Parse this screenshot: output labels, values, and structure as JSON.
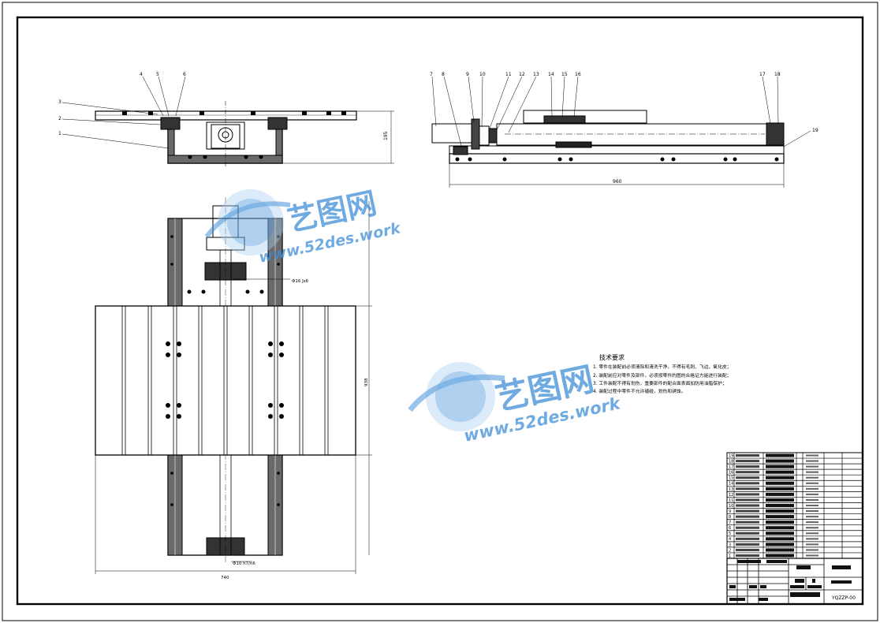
{
  "watermark": {
    "brand": "艺图网",
    "site": "www.52des.work",
    "colors": {
      "primary": "#3f8fd8",
      "light": "#a9cdf0"
    }
  },
  "top_view": {
    "balloons_left": [
      "3",
      "2",
      "1"
    ],
    "balloons_top": [
      "4",
      "5",
      "6"
    ],
    "height_dim": "195"
  },
  "side_view": {
    "balloons": [
      "7",
      "8",
      "9",
      "10",
      "11",
      "12",
      "13",
      "14",
      "15",
      "16",
      "17",
      "18"
    ],
    "balloon_right": "19",
    "length_dim": "960"
  },
  "plan_view": {
    "shaft_label": "Φ16 Js6",
    "bore_label": "Φ10 h7/n6",
    "height_dim": "938",
    "width_dim": "740"
  },
  "tech_req": {
    "title": "技术要求",
    "lines": [
      "1. 零件在装配前必须清除和清洗干净，不得有毛刺、飞边、氧化皮；",
      "2. 装配前应对零件及部件，必须按零件的图的合格证方能进行装配；",
      "3. 工件装配不得有划伤，重要部件的配合面表面加防用油脂保护；",
      "4. 装配过程中零件不允许磕碰，划伤和锈蚀。"
    ]
  },
  "bom_numbers": [
    "19",
    "18",
    "17",
    "16",
    "15",
    "14",
    "13",
    "12",
    "11",
    "10",
    "9",
    "8",
    "7",
    "6",
    "5",
    "4",
    "3",
    "2",
    "1"
  ],
  "title_block": {
    "drawing_no": "YQZZP-00"
  }
}
